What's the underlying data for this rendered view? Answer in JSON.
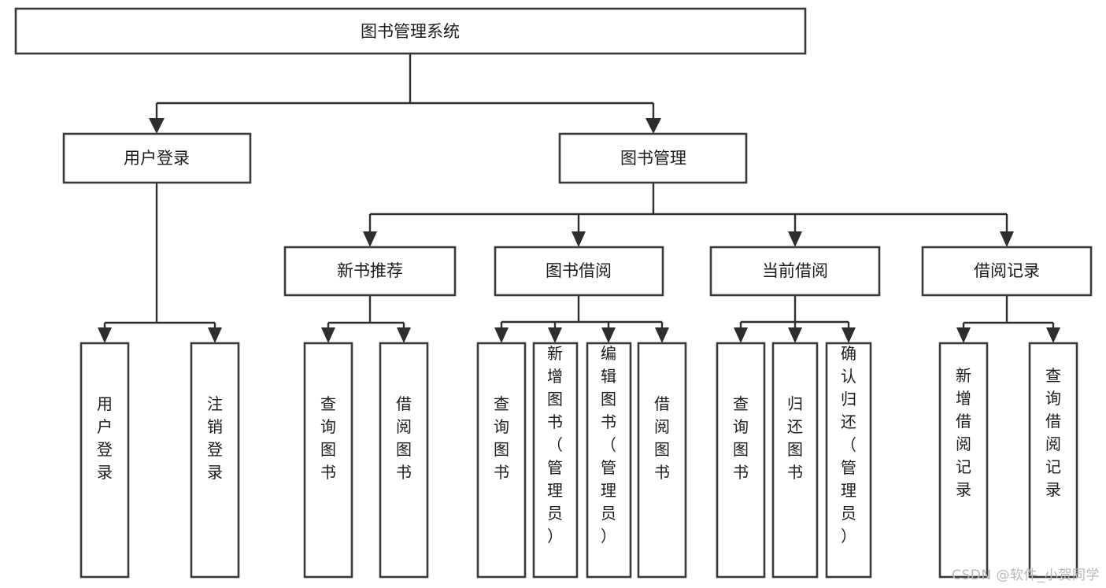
{
  "diagram": {
    "type": "tree",
    "title": "图书管理系统",
    "watermark": "CSDN @软件_小贺同学",
    "colors": {
      "box_stroke": "#3a3a3a",
      "edge": "#2e2e2e",
      "box_fill": "#ffffff",
      "text": "#1b1b1b",
      "watermark": "#b9b9b9"
    },
    "root": {
      "label": "图书管理系统"
    },
    "level2": [
      {
        "label": "用户登录"
      },
      {
        "label": "图书管理"
      }
    ],
    "level3": [
      {
        "label": "新书推荐"
      },
      {
        "label": "图书借阅"
      },
      {
        "label": "当前借阅"
      },
      {
        "label": "借阅记录"
      }
    ],
    "leaves": {
      "user_login": [
        {
          "label": "用户登录"
        },
        {
          "label": "注销登录"
        }
      ],
      "new_book": [
        {
          "label": "查询图书"
        },
        {
          "label": "借阅图书"
        }
      ],
      "book_borrow": [
        {
          "label": "查询图书"
        },
        {
          "label": "新增图书（管理员）"
        },
        {
          "label": "编辑图书（管理员）"
        },
        {
          "label": "借阅图书"
        }
      ],
      "current_borrow": [
        {
          "label": "查询图书"
        },
        {
          "label": "归还图书"
        },
        {
          "label": "确认归还（管理员）"
        }
      ],
      "borrow_record": [
        {
          "label": "新增借阅记录"
        },
        {
          "label": "查询借阅记录"
        }
      ]
    }
  }
}
